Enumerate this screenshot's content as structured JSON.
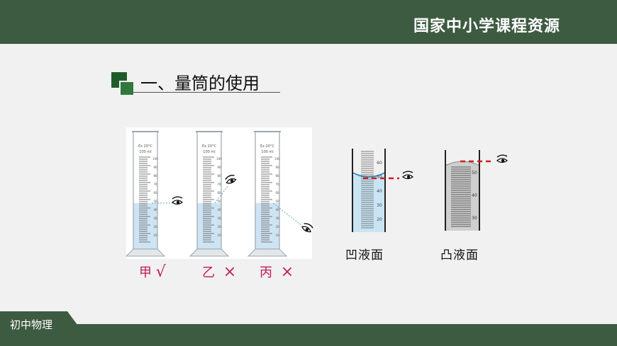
{
  "header": {
    "brand": "国家中小学课程资源"
  },
  "section": {
    "title": "一、量筒的使用"
  },
  "cylinder_markings": [
    "Ex 20°C",
    "100 ml"
  ],
  "cylinder_ticks": [
    "100",
    "90",
    "80",
    "70",
    "60",
    "50",
    "40",
    "30",
    "20",
    "10"
  ],
  "captions": [
    {
      "label": "甲",
      "mark": "√"
    },
    {
      "label": "乙",
      "mark": "×"
    },
    {
      "label": "丙",
      "mark": "×"
    }
  ],
  "meniscus": [
    {
      "label": "凹液面",
      "ticks": [
        "60",
        "50",
        "40",
        "30",
        "20"
      ]
    },
    {
      "label": "凸液面",
      "ticks": [
        "50",
        "40",
        "30"
      ]
    }
  ],
  "footer": {
    "subject": "初中物理"
  }
}
